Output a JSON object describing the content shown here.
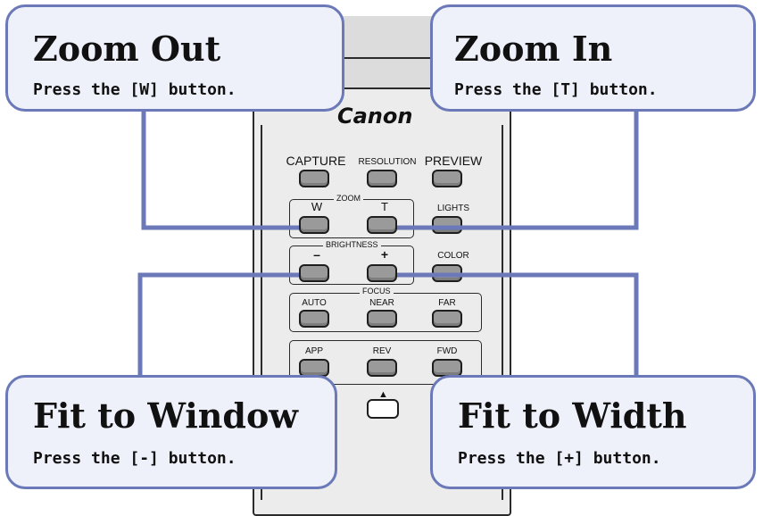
{
  "remote": {
    "logo": "Canon",
    "top_buttons": [
      "CAPTURE",
      "RESOLUTION",
      "PREVIEW"
    ],
    "zoom_group": {
      "title": "ZOOM",
      "buttons": [
        "W",
        "T"
      ]
    },
    "lights": "LIGHTS",
    "brightness_group": {
      "title": "BRIGHTNESS",
      "buttons": [
        "–",
        "+"
      ]
    },
    "color": "COLOR",
    "focus_group": {
      "title": "FOCUS",
      "buttons": [
        "AUTO",
        "NEAR",
        "FAR"
      ]
    },
    "nav_buttons": [
      "APP",
      "REV",
      "FWD"
    ],
    "up_arrow": "▲"
  },
  "callouts": {
    "zoom_out": {
      "title": "Zoom Out",
      "desc": "Press the [W] button."
    },
    "zoom_in": {
      "title": "Zoom In",
      "desc": "Press the [T] button."
    },
    "fit_window": {
      "title": "Fit to Window",
      "desc": "Press the [-] button."
    },
    "fit_width": {
      "title": "Fit to Width",
      "desc": "Press the [+] button."
    }
  },
  "colors": {
    "callout_border": "#6b79b8",
    "callout_fill": "#eef0fa",
    "button_fill": "#9a9a9a"
  }
}
